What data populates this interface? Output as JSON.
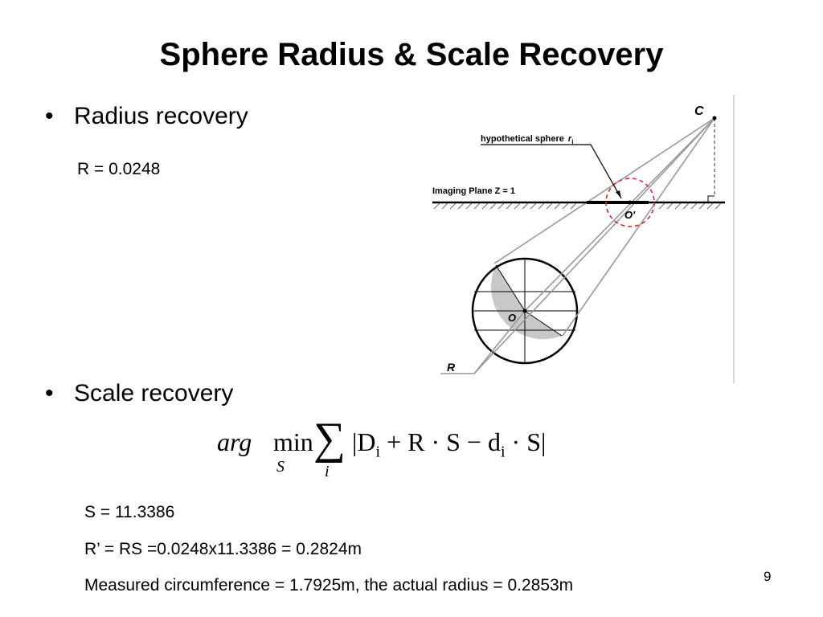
{
  "slide": {
    "title": "Sphere Radius & Scale Recovery",
    "bullets": [
      "Radius recovery",
      "Scale recovery"
    ],
    "bullet_glyph": "•",
    "radius_value": "R = 0.0248",
    "scale_value": "S = 11.3386",
    "scaled_radius": "R’ = RS =0.0248x11.3386 = 0.2824m",
    "measurement": "Measured circumference = 1.7925m, the actual radius = 0.2853m",
    "page_number": "9"
  },
  "formula": {
    "arg": "arg",
    "min": "min",
    "min_sub": "S",
    "sum": "∑",
    "sum_sub": "i",
    "body": "|D",
    "body_sub": "i",
    "rest1": " + R · S − d",
    "rest_sub": "i",
    "rest2": " · S|"
  },
  "diagram": {
    "label_c": "C",
    "label_hypothetical": "hypothetical sphere",
    "label_r_i": "r",
    "label_r_i_sub": "i",
    "label_plane": "Imaging Plane Z = 1",
    "label_o_prime": "O'",
    "label_o": "O",
    "label_r": "R",
    "colors": {
      "dashed_circle": "#d62828",
      "sphere_fill": "#c8c8c8",
      "lines": "#999999"
    }
  }
}
